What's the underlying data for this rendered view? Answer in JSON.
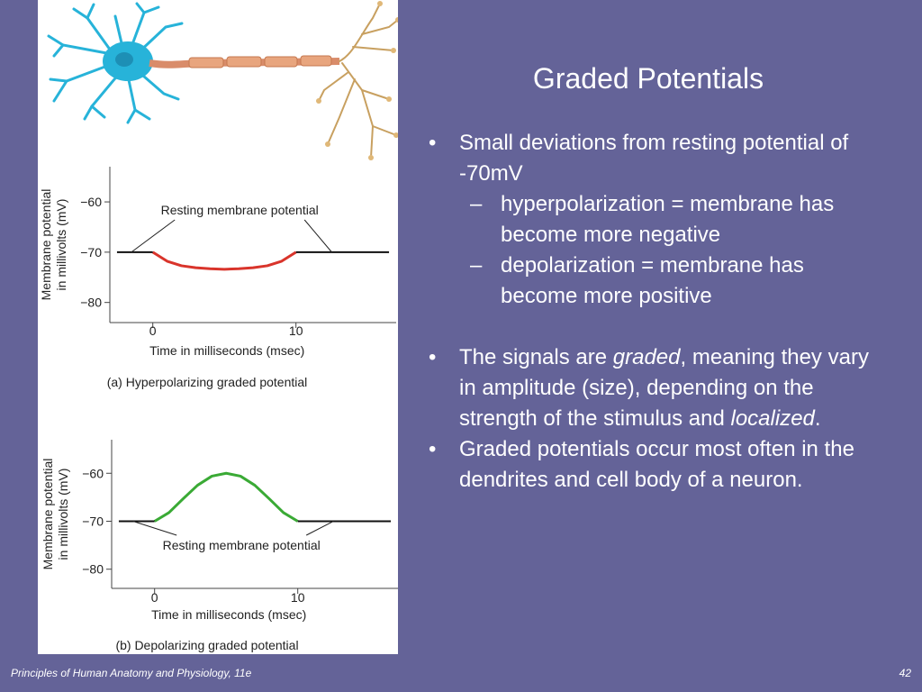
{
  "slide": {
    "title": "Graded Potentials",
    "footer": "Principles of Human Anatomy and Physiology, 11e",
    "page_number": "42"
  },
  "bullets": [
    {
      "text": "Small deviations from resting potential of -70mV"
    },
    {
      "text": "hyperpolarization = membrane has become more negative",
      "level": 2
    },
    {
      "text": "depolarization = membrane has become more positive",
      "level": 2
    },
    {
      "text_parts": [
        "The signals are ",
        "graded",
        ", meaning they vary in amplitude (size), depending on the strength of the stimulus and ",
        "localized",
        "."
      ]
    },
    {
      "text": "Graded potentials occur most often in the dendrites and cell body of a neuron."
    }
  ],
  "chart_data": [
    {
      "type": "line",
      "caption": "(a) Hyperpolarizing graded potential",
      "annotation": "Resting membrane potential",
      "ylabel": "Membrane potential in millivolts (mV)",
      "xlabel": "Time in milliseconds (msec)",
      "y_ticks": [
        "−60",
        "−70",
        "−80"
      ],
      "y_tick_values": [
        -60,
        -70,
        -80
      ],
      "x_ticks": [
        "0",
        "10"
      ],
      "x_tick_values": [
        0,
        10
      ],
      "ylim": [
        -84,
        -53
      ],
      "xlim": [
        -3,
        17
      ],
      "series": [
        {
          "color": "#d9342b",
          "x": [
            0,
            1,
            2,
            3,
            4,
            5,
            6,
            7,
            8,
            9,
            10
          ],
          "y": [
            -70,
            -71.8,
            -72.7,
            -73.1,
            -73.3,
            -73.4,
            -73.3,
            -73.1,
            -72.7,
            -71.8,
            -70
          ]
        },
        {
          "color": "#111111",
          "x": [
            -2.5,
            0
          ],
          "y": [
            -70,
            -70
          ]
        },
        {
          "color": "#111111",
          "x": [
            10,
            16.5
          ],
          "y": [
            -70,
            -70
          ]
        }
      ],
      "colors": {
        "accent": "#d9342b"
      }
    },
    {
      "type": "line",
      "caption": "(b) Depolarizing graded potential",
      "annotation": "Resting membrane potential",
      "ylabel": "Membrane potential in millivolts (mV)",
      "xlabel": "Time in milliseconds (msec)",
      "y_ticks": [
        "−60",
        "−70",
        "−80"
      ],
      "y_tick_values": [
        -60,
        -70,
        -80
      ],
      "x_ticks": [
        "0",
        "10"
      ],
      "x_tick_values": [
        0,
        10
      ],
      "ylim": [
        -84,
        -53
      ],
      "xlim": [
        -3,
        17
      ],
      "series": [
        {
          "color": "#3aaa35",
          "x": [
            0,
            1,
            2,
            3,
            4,
            5,
            6,
            7,
            8,
            9,
            10
          ],
          "y": [
            -70,
            -68.2,
            -65.3,
            -62.5,
            -60.6,
            -60,
            -60.6,
            -62.5,
            -65.3,
            -68.2,
            -70
          ]
        },
        {
          "color": "#111111",
          "x": [
            -2.5,
            0
          ],
          "y": [
            -70,
            -70
          ]
        },
        {
          "color": "#111111",
          "x": [
            10,
            16.5
          ],
          "y": [
            -70,
            -70
          ]
        }
      ],
      "colors": {
        "accent": "#3aaa35"
      }
    }
  ],
  "colors": {
    "background": "#646398",
    "neuron_body": "#27b3d9",
    "axon": "#d98c6a",
    "terminals": "#c8a060"
  }
}
